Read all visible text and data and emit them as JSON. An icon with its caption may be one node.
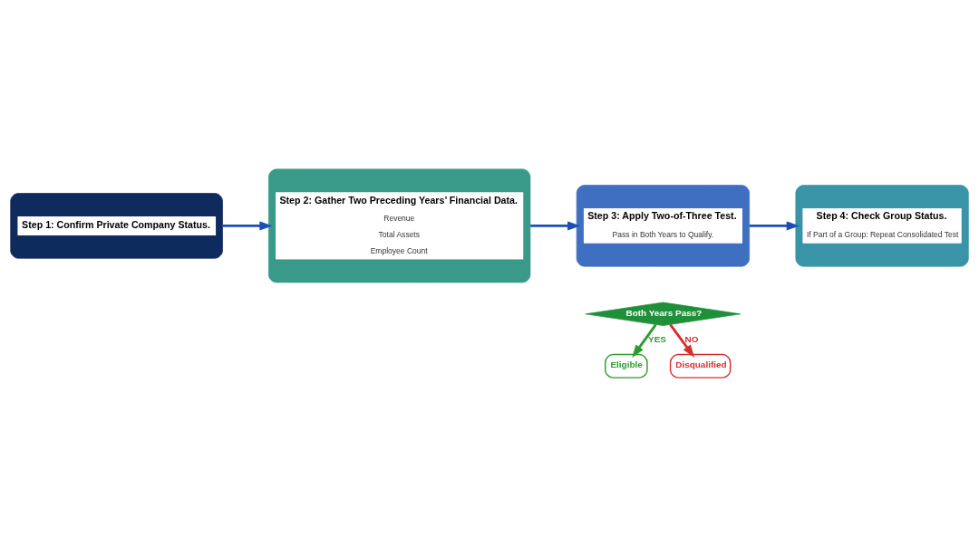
{
  "diagram": {
    "nodes": [
      {
        "text": [
          "Step 1: Confirm Private Company Status."
        ]
      },
      {
        "text": [
          "Step 2: Gather Two Preceding Years’ Financial Data.",
          "Revenue",
          "Total Assets",
          "Employee Count"
        ]
      },
      {
        "text": [
          "Step 3: Apply Two-of-Three Test.",
          "Pass in Both Years to Qualify."
        ]
      },
      {
        "text": [
          "Step 4: Check Group Status.",
          "If Part of a Group: Repeat Consolidated Test"
        ]
      },
      {
        "text": [
          "Both Years Pass?"
        ]
      },
      {
        "text": [
          "Eligible"
        ]
      },
      {
        "text": [
          "Disqualified"
        ]
      }
    ],
    "edges": [
      {
        "from": 0,
        "to": 1,
        "arrow": "to"
      },
      {
        "from": 1,
        "to": 2,
        "arrow": "to"
      },
      {
        "from": 2,
        "to": 3,
        "arrow": "to"
      },
      {
        "from": 4,
        "to": 5,
        "arrow": "to",
        "label": "YES",
        "color": "#2e9a2e"
      },
      {
        "from": 4,
        "to": 6,
        "arrow": "to",
        "label": "NO",
        "color": "#d32f2f"
      }
    ]
  }
}
